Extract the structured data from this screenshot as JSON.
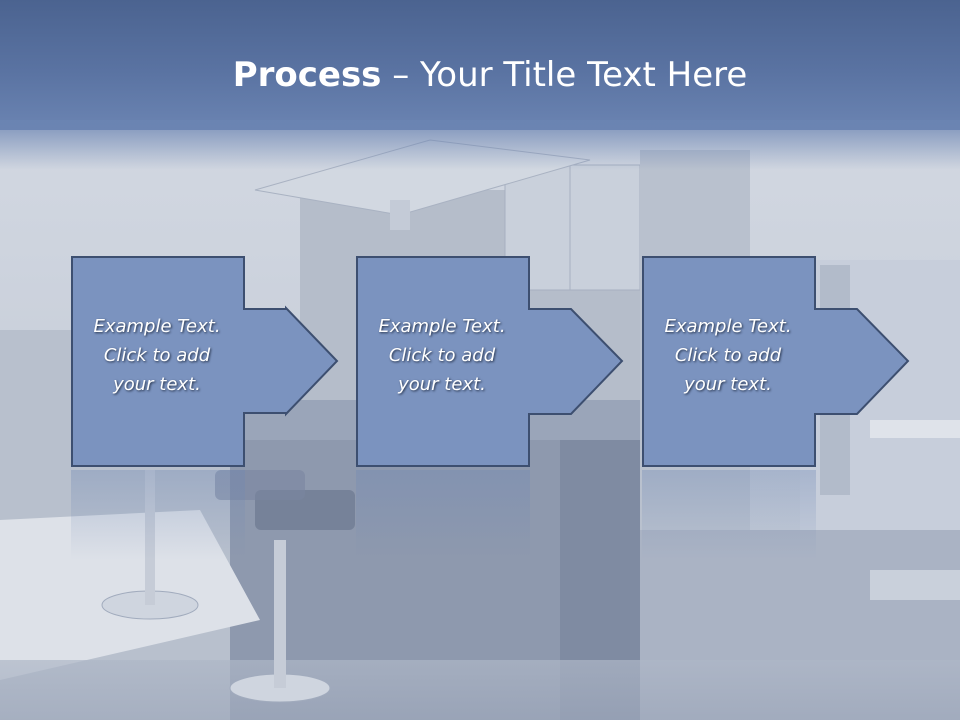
{
  "title": {
    "bold": "Process",
    "rest": " – Your Title Text Here"
  },
  "steps": [
    {
      "line1": "Example Text.",
      "line2": "Click  to add",
      "line3": "your text."
    },
    {
      "line1": "Example Text.",
      "line2": "Click  to add",
      "line3": "your text."
    },
    {
      "line1": "Example Text.",
      "line2": "Click  to add",
      "line3": "your text."
    }
  ],
  "colors": {
    "title_band": "#5a73a2",
    "box_fill": "#7b93bf",
    "box_border": "#3d4f70",
    "text": "#ffffff"
  }
}
